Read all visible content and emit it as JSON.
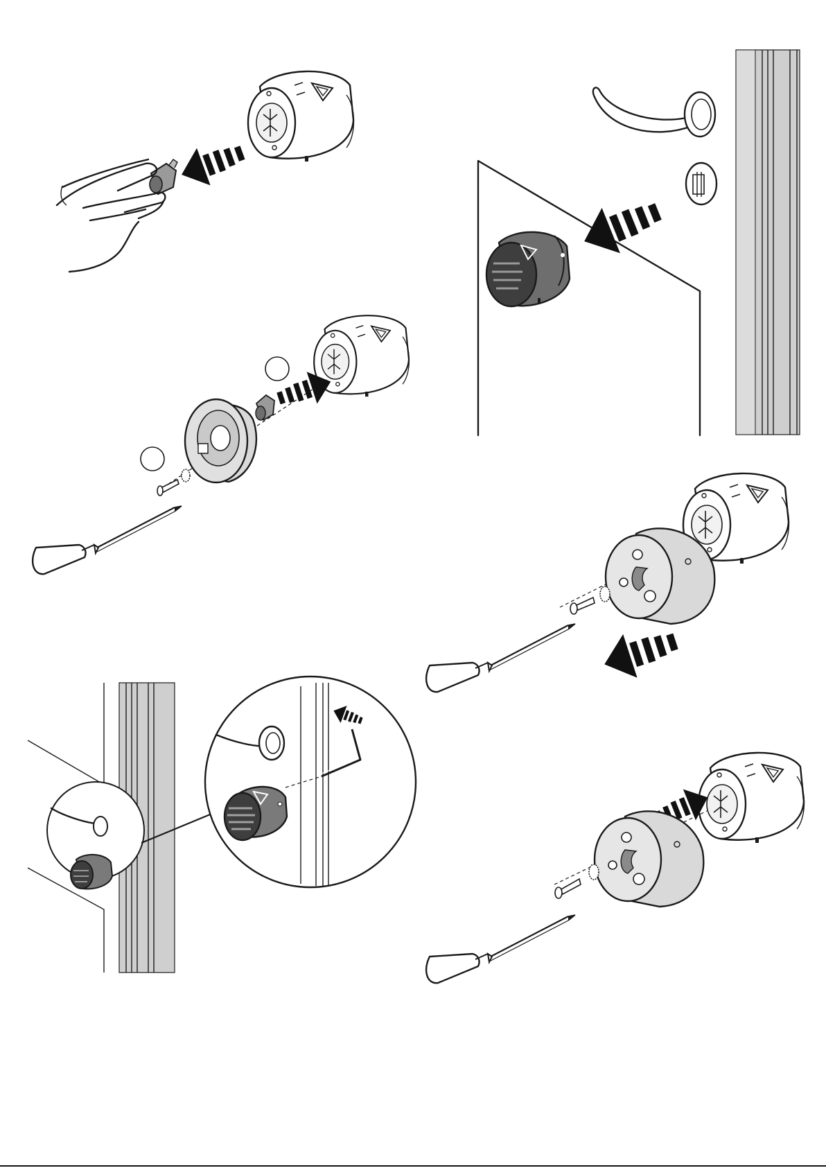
{
  "colors": {
    "ink": "#1a1a1a",
    "metal_light": "#ffffff",
    "metal_mid": "#d9d9d9",
    "metal_dark": "#6e6e6e",
    "frame_grey": "#cfcfcf",
    "arrow": "#111111"
  },
  "panels": [
    {
      "name": "step-remove-insert",
      "icons": [
        "lock-cylinder-icon",
        "hand-icon",
        "insert-adapter-icon",
        "arrow-left-icon"
      ]
    },
    {
      "name": "step-mount-adapter-plate",
      "icons": [
        "lock-cylinder-icon",
        "mounting-plate-icon",
        "insert-adapter-icon",
        "screw-icon",
        "washer-icon",
        "screwdriver-icon",
        "step-circle-icon",
        "arrow-right-icon"
      ]
    },
    {
      "name": "step-remove-from-door",
      "icons": [
        "door-icon",
        "door-handle-icon",
        "lock-cylinder-icon",
        "arrow-left-icon"
      ]
    },
    {
      "name": "step-unscrew-plate",
      "icons": [
        "lock-cylinder-icon",
        "mounting-plate-icon",
        "screw-icon",
        "washer-icon",
        "screwdriver-icon",
        "arrow-down-left-icon"
      ]
    },
    {
      "name": "step-hex-key-detail",
      "icons": [
        "door-frame-icon",
        "door-handle-icon",
        "lock-cylinder-icon",
        "magnifier-circle-icon",
        "hex-key-icon",
        "arrow-icon"
      ]
    },
    {
      "name": "step-reassemble",
      "icons": [
        "lock-cylinder-icon",
        "mounting-plate-icon",
        "screw-icon",
        "washer-icon",
        "screwdriver-icon",
        "arrow-right-icon"
      ]
    }
  ]
}
